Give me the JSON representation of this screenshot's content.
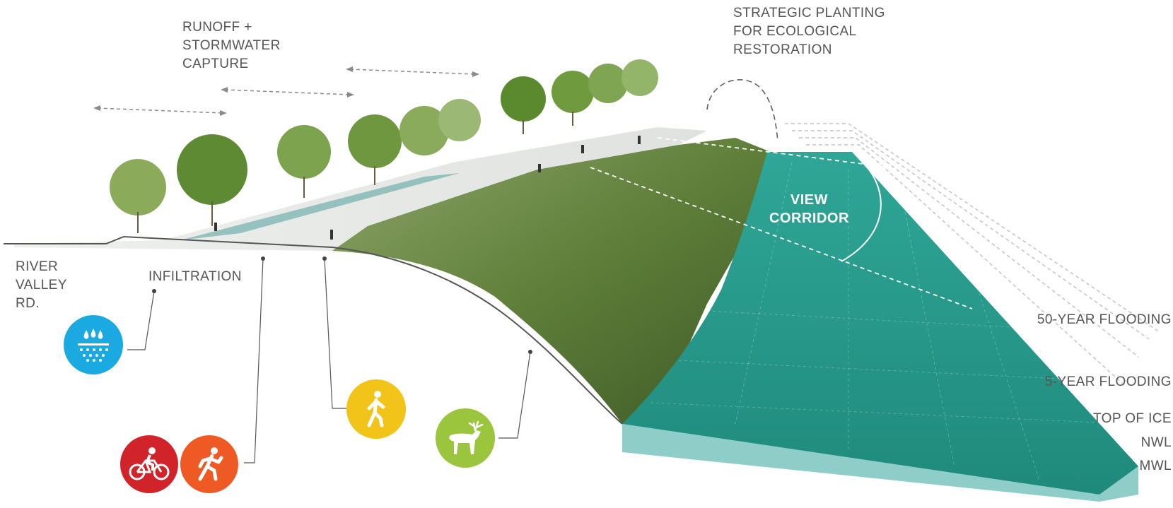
{
  "labels": {
    "runoff": [
      "RUNOFF +",
      "STORMWATER",
      "CAPTURE"
    ],
    "strategic": [
      "STRATEGIC PLANTING",
      "FOR ECOLOGICAL",
      "RESTORATION"
    ],
    "river_valley": [
      "RIVER",
      "VALLEY",
      "RD."
    ],
    "infiltration": "INFILTRATION",
    "view_corridor": [
      "VIEW",
      "CORRIDOR"
    ],
    "flood_50": "50-YEAR FLOODING",
    "flood_5": "5-YEAR FLOODING",
    "top_of_ice": "TOP OF ICE",
    "nwl": "NWL",
    "mwl": "MWL"
  },
  "icons": {
    "water_drop": {
      "name": "water-infiltration-icon",
      "color": "#1ba9e1"
    },
    "bike": {
      "name": "cyclist-icon",
      "color": "#d1232a"
    },
    "run": {
      "name": "runner-icon",
      "color": "#ef5a24"
    },
    "walk": {
      "name": "pedestrian-icon",
      "color": "#f2c318"
    },
    "elk": {
      "name": "elk-wildlife-icon",
      "color": "#9bc53d"
    }
  },
  "colors": {
    "water": "#2a9d90",
    "water_dark": "#1f7f74",
    "vegetation": "#6e8f45",
    "vegetation_dark": "#3f5e2a",
    "ground": "#e6e8e6",
    "flood_line": "#b9b9b9"
  }
}
